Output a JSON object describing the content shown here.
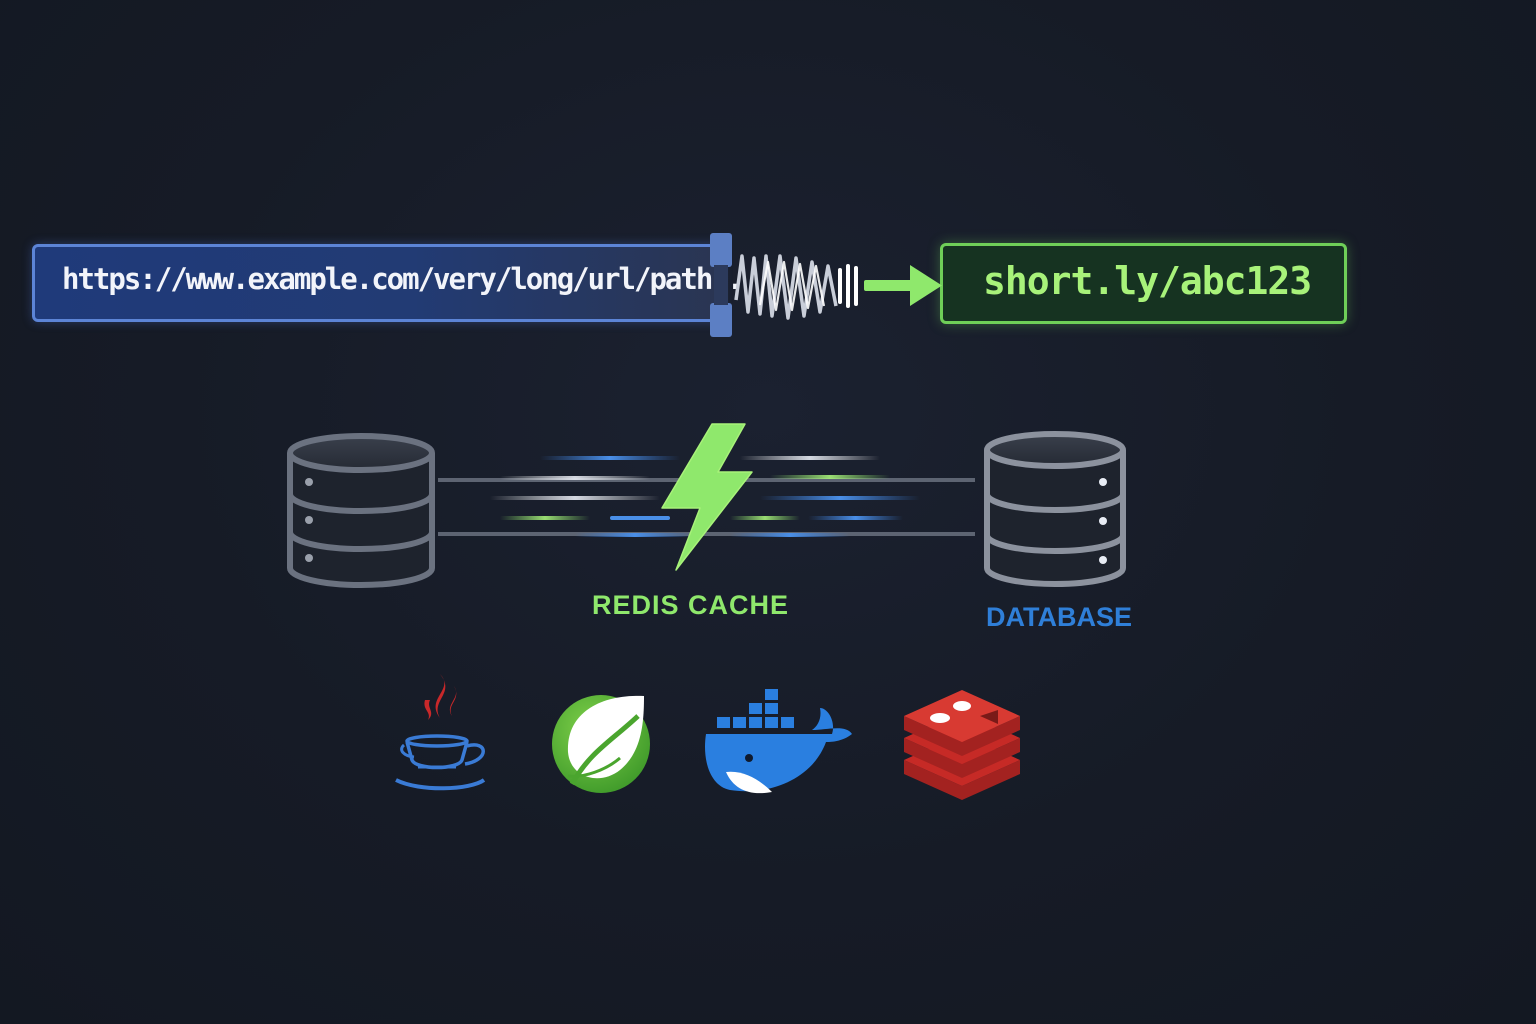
{
  "long_url": "https://www.example.com/very/long/url/path..",
  "short_url": "short.ly/abc123",
  "cache_label": "REDIS CACHE",
  "database_label": "DATABASE",
  "icons": {
    "compress": "spring-compress-icon",
    "arrow": "arrow-right-icon",
    "cache_server": "cache-server-icon",
    "lightning": "lightning-bolt-icon",
    "database": "database-icon",
    "tech_stack": [
      "java-icon",
      "spring-icon",
      "docker-icon",
      "redis-icon"
    ]
  },
  "colors": {
    "background": "#161b26",
    "long_url_accent": "#5c84d6",
    "short_url_accent": "#6fcf58",
    "cache_label": "#8fe86c",
    "database_label": "#2f7fd8",
    "java_red": "#c8282a",
    "java_blue": "#3a7bd5",
    "spring_green": "#5fb83a",
    "docker_blue": "#2a7fe0",
    "redis_red": "#c62a26"
  }
}
